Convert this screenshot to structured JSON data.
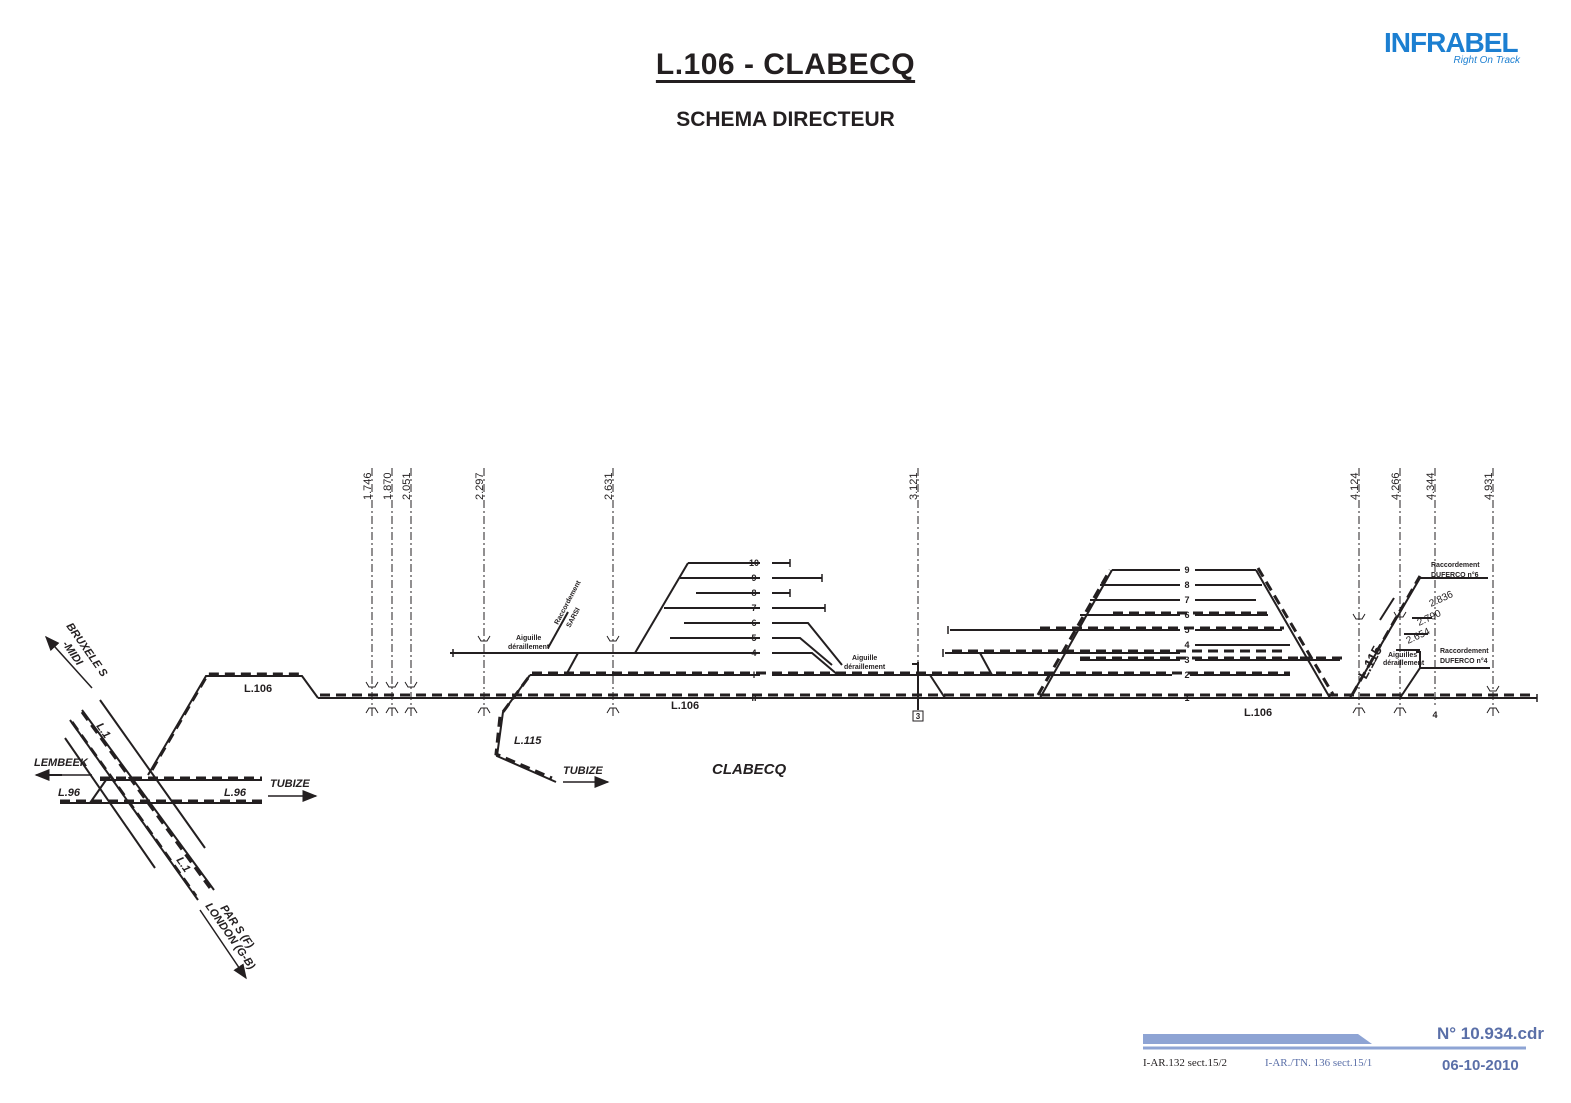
{
  "title": "L.106 - CLABECQ",
  "subtitle": "SCHEMA DIRECTEUR",
  "logo": {
    "name": "INFRABEL",
    "tagline": "Right On Track",
    "color": "#1c7fd1"
  },
  "station": "CLABECQ",
  "kilometre_markers": [
    "1.746",
    "1.870",
    "2.051",
    "2.297",
    "2.631",
    "3.121",
    "4.124",
    "4.266",
    "4.344",
    "4.931"
  ],
  "lines": {
    "l106": "L.106",
    "l115": "L.115",
    "l1": "L.1",
    "l96": "L.96"
  },
  "directions": {
    "bruxelles": "BRUXELE S",
    "midi": "-MIDI",
    "lembeek": "LEMBEEK",
    "tubize": "TUBIZE",
    "paris": "PAR S (F)",
    "london": "LONDON (G-B)"
  },
  "raccordements": {
    "sarsi_1": "Raccordement",
    "sarsi_2": "SARSI",
    "duferco6_1": "Raccordement",
    "duferco6_2": "DUFERCO n°6",
    "duferco4_1": "Raccordement",
    "duferco4_2": "DUFERCO n°4"
  },
  "aiguilles": {
    "a1_line1": "Aiguille",
    "a1_line2": "déraillement",
    "a2_line1": "Aiguille",
    "a2_line2": "déraillement",
    "a3_line1": "Aiguilles",
    "a3_line2": "déraillement"
  },
  "west_tracks": [
    "10",
    "9",
    "8",
    "7",
    "6",
    "5",
    "4",
    "I",
    "II"
  ],
  "east_tracks": [
    "9",
    "8",
    "7",
    "6",
    "5",
    "4",
    "3",
    "2",
    "1"
  ],
  "connection_kms": [
    "2.836",
    "2.790",
    "2.654"
  ],
  "box_marker": "3",
  "east_marker": "4",
  "footer": {
    "ref1": "I-AR.132 sect.15/2",
    "ref2": "I-AR./TN. 136 sect.15/1",
    "doc_number": "N° 10.934.cdr",
    "date": "06-10-2010",
    "bar_color": "#8ea4d4"
  }
}
